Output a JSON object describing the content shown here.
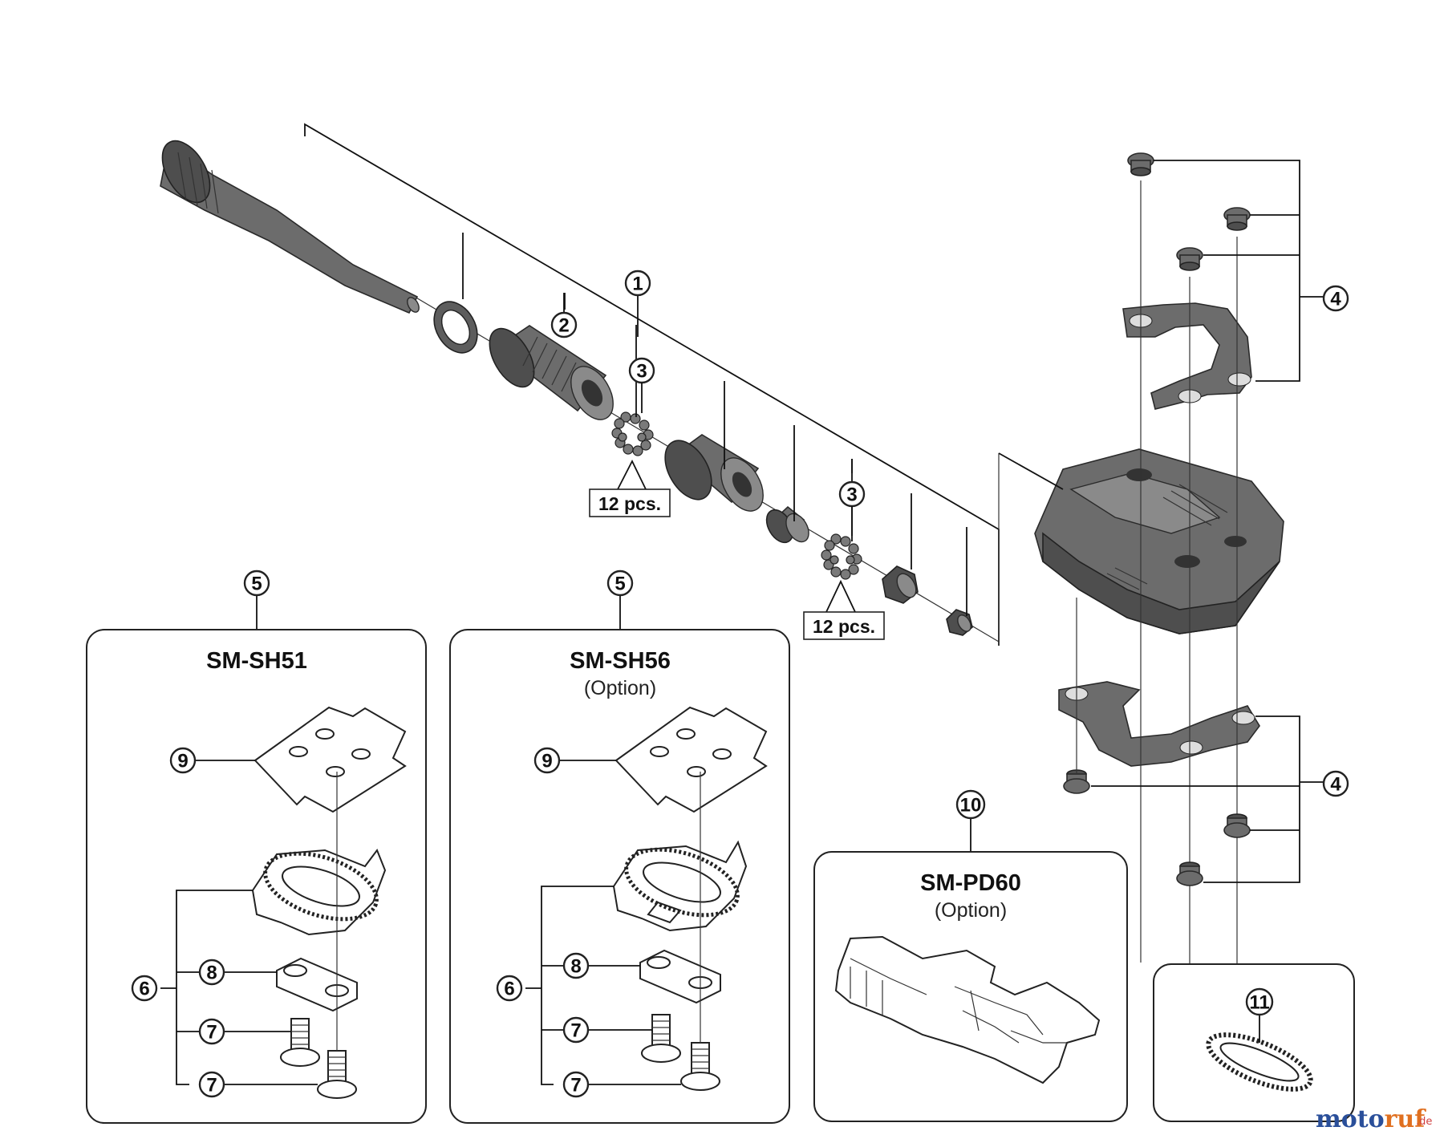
{
  "callouts": {
    "c1": "1",
    "c2": "2",
    "c3a": "3",
    "c3b": "3",
    "c4a": "4",
    "c4b": "4",
    "c5a": "5",
    "c5b": "5",
    "c6a": "6",
    "c6b": "6",
    "c7a": "7",
    "c7b": "7",
    "c7c": "7",
    "c7d": "7",
    "c8a": "8",
    "c8b": "8",
    "c9a": "9",
    "c9b": "9",
    "c10": "10",
    "c11": "11"
  },
  "quantity_labels": {
    "q1": "12 pcs.",
    "q2": "12 pcs."
  },
  "boxes": {
    "sh51": {
      "title": "SM-SH51"
    },
    "sh56": {
      "title": "SM-SH56",
      "subtitle": "(Option)"
    },
    "pd60": {
      "title": "SM-PD60",
      "subtitle": "(Option)"
    }
  },
  "watermark": {
    "brand_part1": "moto",
    "brand_part2": "ruf",
    "tld": ".de"
  },
  "colors": {
    "line": "#111111",
    "part": "#6c6c6c",
    "watermark_blue": "#2a4f9a",
    "watermark_orange": "#e07020"
  }
}
